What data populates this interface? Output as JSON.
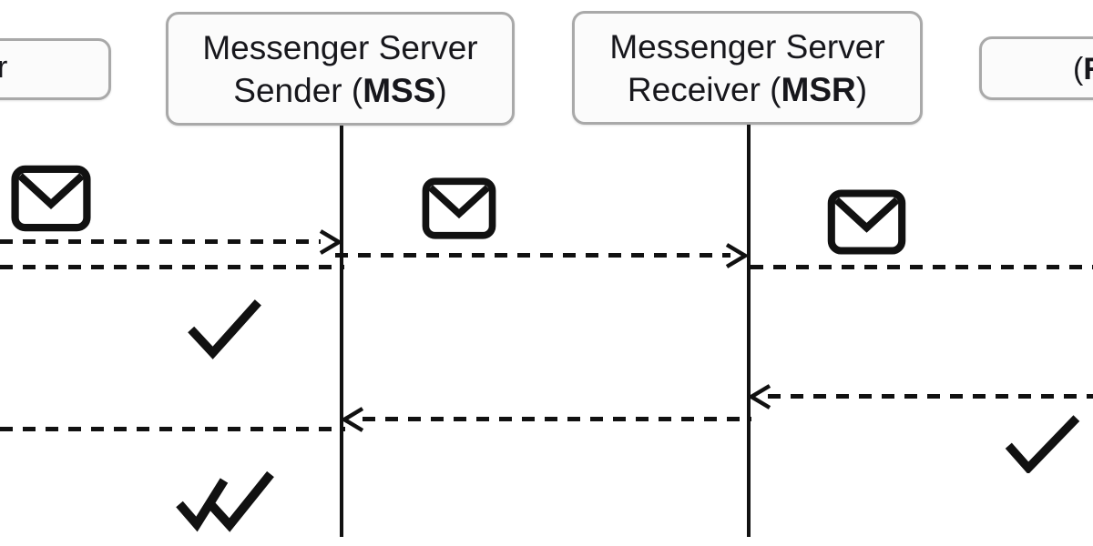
{
  "colors": {
    "line": "#111111",
    "box_border": "#a9a9a9",
    "box_fill": "#fbfbfb",
    "text": "#17171c",
    "background": "#ffffff"
  },
  "participants": {
    "left_partial": {
      "visible_fragment": "r"
    },
    "mss": {
      "line1": "Messenger Server",
      "line2_pre": "Sender (",
      "line2_bold": "MSS",
      "line2_post": ")"
    },
    "msr": {
      "line1": "Messenger Server",
      "line2_pre": "Receiver (",
      "line2_bold": "MSR",
      "line2_post": ")"
    },
    "right_partial": {
      "visible_pre": "(",
      "visible_bold": "R"
    }
  },
  "icons": {
    "envelope_left": "envelope-icon",
    "envelope_middle": "envelope-icon",
    "envelope_right": "envelope-icon",
    "check_left": "check-icon",
    "check_right": "check-icon",
    "double_check": "double-check-icon"
  },
  "arrows": [
    {
      "segment": "left-edge-to-mss",
      "direction": "right",
      "style": "dashed",
      "row": "top"
    },
    {
      "segment": "left-edge-lower",
      "direction": "right",
      "style": "dashed",
      "row": "top"
    },
    {
      "segment": "mss-to-msr",
      "direction": "right",
      "style": "dashed",
      "row": "top"
    },
    {
      "segment": "msr-to-right-edge",
      "direction": "right",
      "style": "dashed",
      "row": "top"
    },
    {
      "segment": "right-edge-to-msr",
      "direction": "left",
      "style": "dashed",
      "row": "bottom"
    },
    {
      "segment": "msr-to-mss",
      "direction": "left",
      "style": "dashed",
      "row": "bottom"
    },
    {
      "segment": "mss-to-left-edge",
      "direction": "left",
      "style": "dashed",
      "row": "bottom"
    }
  ]
}
